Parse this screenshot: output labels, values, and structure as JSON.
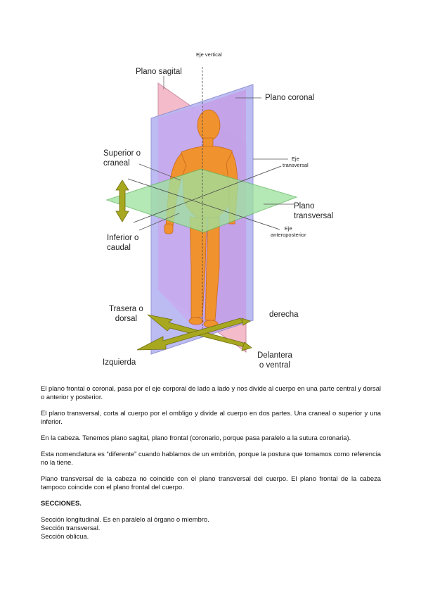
{
  "figure": {
    "labels": {
      "eje_vertical": "Eje\nvertical",
      "plano_sagital": "Plano sagital",
      "plano_coronal": "Plano coronal",
      "superior": "Superior o\ncraneal",
      "eje_transversal": "Eje\ntransversal",
      "plano_transversal": "Plano\ntransversal",
      "inferior": "Inferior o\ncaudal",
      "eje_anteroposterior": "Eje\nanteroposterior",
      "trasera": "Trasera o\ndorsal",
      "derecha": "derecha",
      "izquierda": "Izquierda",
      "delantera": "Delantera\no ventral"
    },
    "colors": {
      "sagital": "#f4b8c8",
      "coronal": "#b7b7f2",
      "transversal": "#9fe29f",
      "body": "#f0922e",
      "arrow": "#a8a820"
    }
  },
  "text": {
    "p1": "El plano frontal o coronal, pasa por el eje corporal de lado a lado y nos divide al cuerpo en una parte central y dorsal o anterior y posterior.",
    "p2": "El plano transversal, corta al cuerpo por el ombligo y divide al cuerpo en dos partes. Una craneal o superior y una inferior.",
    "p3": "En la cabeza. Tenemos plano sagital, plano frontal (coronario, porque pasa paralelo a la sutura coronaria).",
    "p4": "Esta nomenclatura es “diferente” cuando hablamos de un embrión, porque la postura que tomamos como referencia no la tiene.",
    "p5": "Plano transversal de la cabeza no coincide con el plano transversal del cuerpo. El plano frontal de la cabeza tampoco coincide con el plano frontal del cuerpo.",
    "heading": "SECCIONES.",
    "list": [
      "Sección longitudinal. Es en paralelo al órgano o miembro.",
      "Sección transversal.",
      "Sección oblicua."
    ]
  }
}
